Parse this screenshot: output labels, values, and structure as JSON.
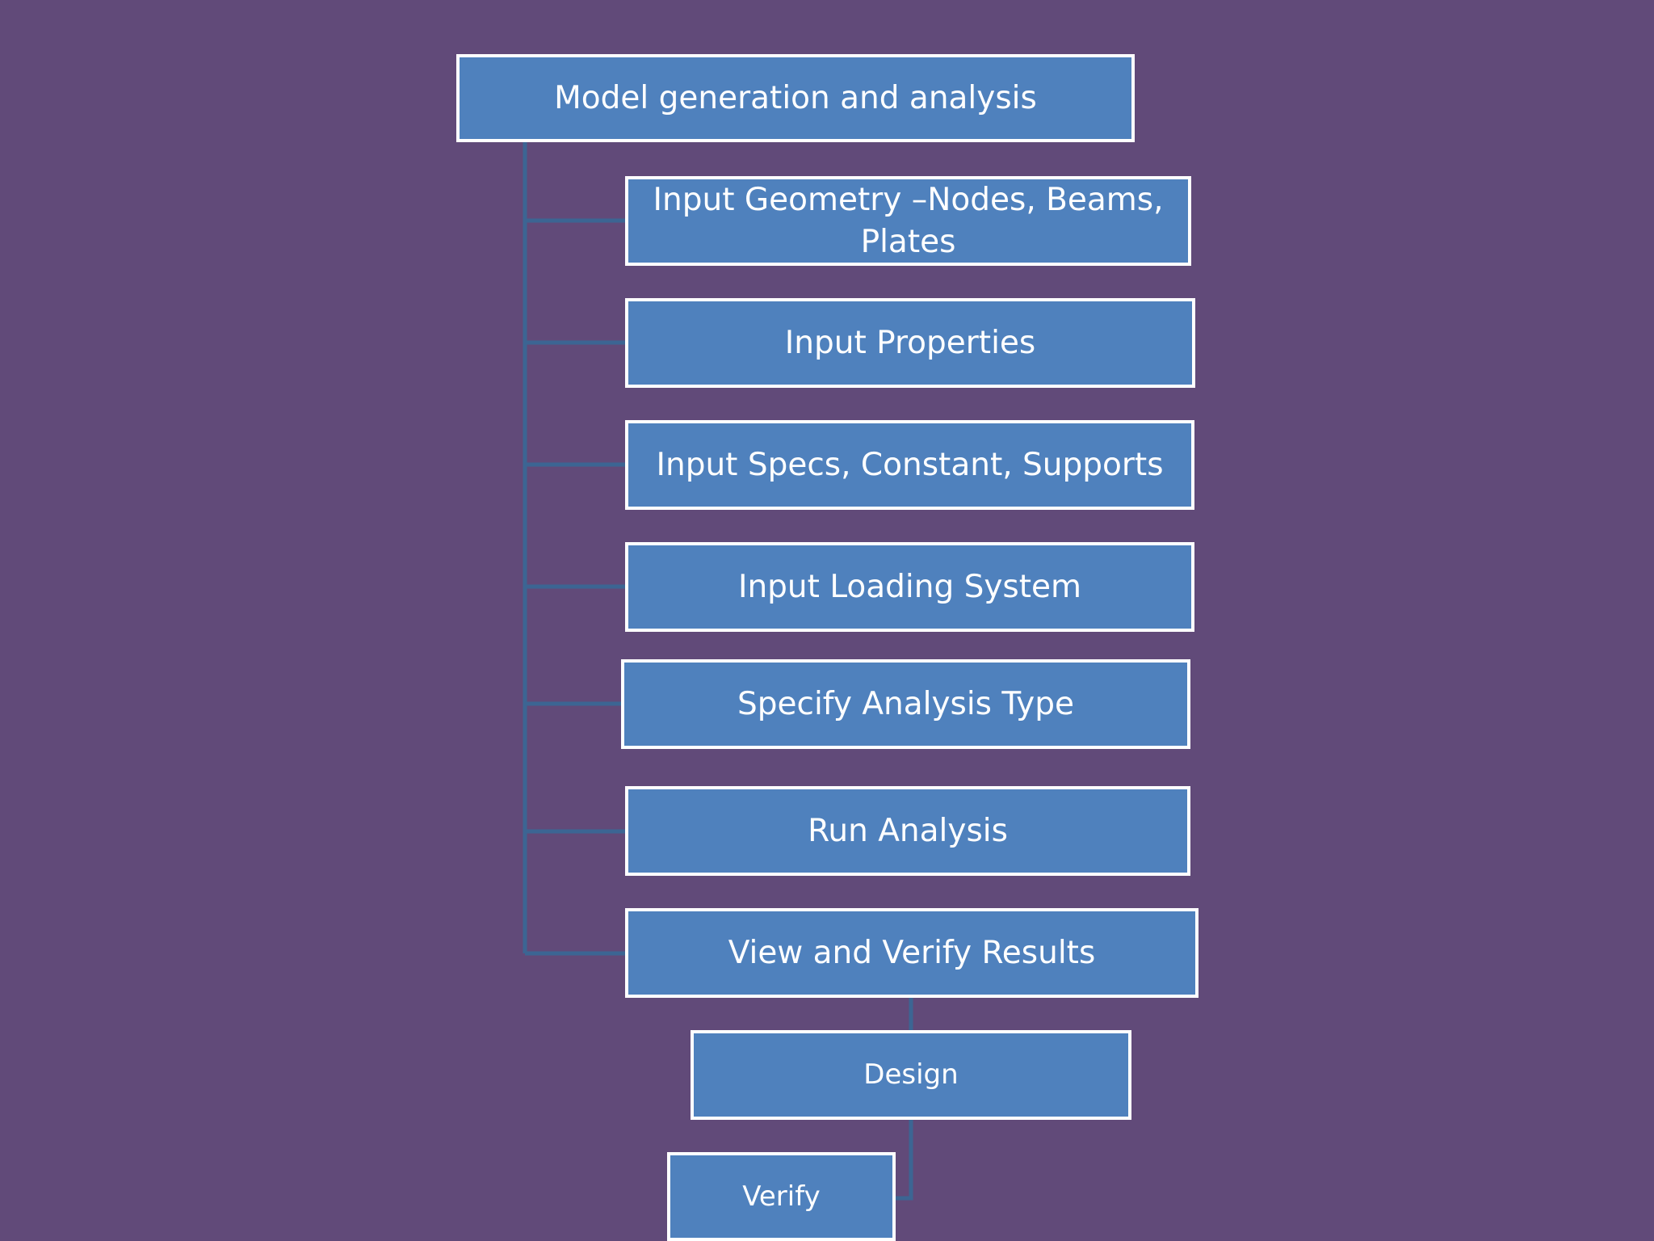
{
  "diagram": {
    "root": {
      "label": "Model generation and analysis"
    },
    "steps": [
      {
        "label": "Input Geometry –Nodes, Beams, Plates"
      },
      {
        "label": "Input Properties"
      },
      {
        "label": "Input Specs, Constant, Supports"
      },
      {
        "label": "Input Loading System"
      },
      {
        "label": "Specify Analysis Type"
      },
      {
        "label": "Run Analysis"
      },
      {
        "label": "View and Verify Results"
      }
    ],
    "design": {
      "label": "Design"
    },
    "verify": {
      "label": "Verify"
    }
  },
  "colors": {
    "background": "#614a79",
    "box_fill": "#4f81bd",
    "box_border": "#ffffff",
    "connector": "#3c6593"
  }
}
